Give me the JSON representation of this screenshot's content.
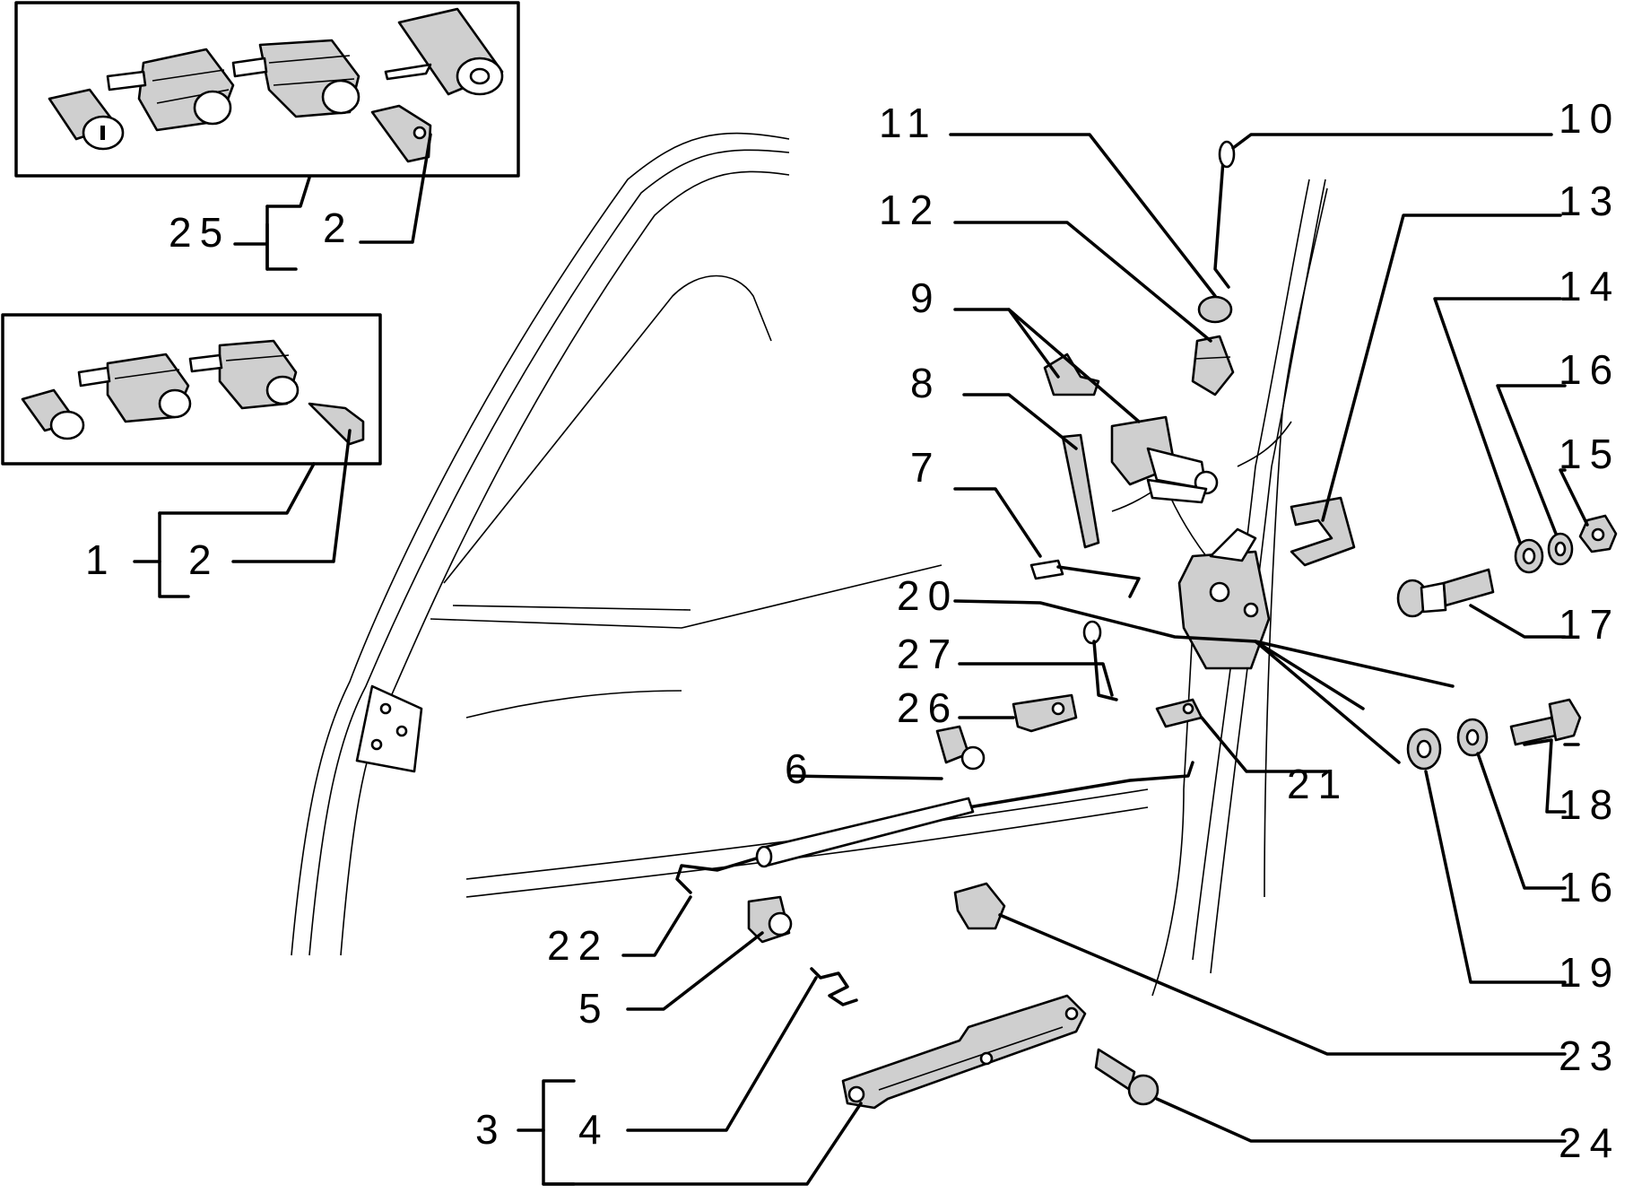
{
  "labels": {
    "l1": "1",
    "l2a": "2",
    "l2b": "2",
    "l3": "3",
    "l4": "4",
    "l5": "5",
    "l6": "6",
    "l7": "7",
    "l8": "8",
    "l9": "9",
    "l10": "10",
    "l11": "11",
    "l12": "12",
    "l13": "13",
    "l14": "14",
    "l15": "15",
    "l16a": "16",
    "l16b": "16",
    "l17": "17",
    "l18": "18",
    "l19": "19",
    "l20": "20",
    "l21": "21",
    "l22": "22",
    "l23": "23",
    "l24": "24",
    "l25": "25",
    "l26": "26",
    "l27": "27"
  }
}
